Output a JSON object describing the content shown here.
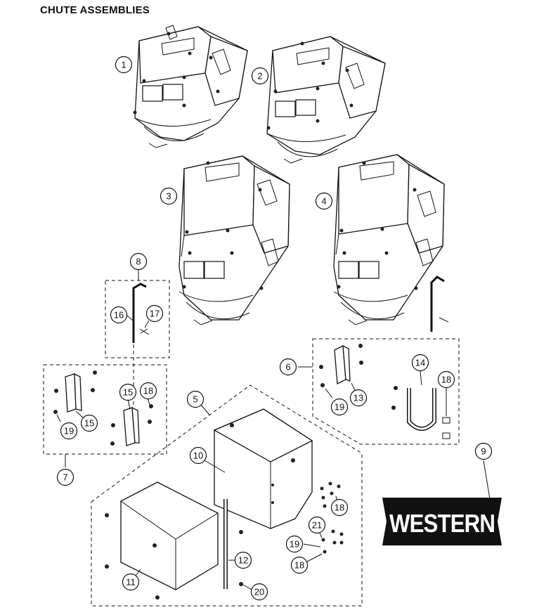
{
  "page": {
    "title": "CHUTE ASSEMBLIES"
  },
  "brand": {
    "logo_text": "WESTERN"
  },
  "callouts": [
    {
      "id": "c1",
      "label": "1"
    },
    {
      "id": "c2",
      "label": "2"
    },
    {
      "id": "c3",
      "label": "3"
    },
    {
      "id": "c4",
      "label": "4"
    },
    {
      "id": "c5",
      "label": "5"
    },
    {
      "id": "c6",
      "label": "6"
    },
    {
      "id": "c7",
      "label": "7"
    },
    {
      "id": "c8",
      "label": "8"
    },
    {
      "id": "c9",
      "label": "9"
    },
    {
      "id": "c10",
      "label": "10"
    },
    {
      "id": "c11",
      "label": "11"
    },
    {
      "id": "c12",
      "label": "12"
    },
    {
      "id": "c13",
      "label": "13"
    },
    {
      "id": "c14",
      "label": "14"
    },
    {
      "id": "c15a",
      "label": "15"
    },
    {
      "id": "c15b",
      "label": "15"
    },
    {
      "id": "c16",
      "label": "16"
    },
    {
      "id": "c17",
      "label": "17"
    },
    {
      "id": "c18a",
      "label": "18"
    },
    {
      "id": "c18b",
      "label": "18"
    },
    {
      "id": "c18c",
      "label": "18"
    },
    {
      "id": "c18d",
      "label": "18"
    },
    {
      "id": "c19a",
      "label": "19"
    },
    {
      "id": "c19b",
      "label": "19"
    },
    {
      "id": "c19c",
      "label": "19"
    },
    {
      "id": "c20",
      "label": "20"
    },
    {
      "id": "c21",
      "label": "21"
    }
  ]
}
